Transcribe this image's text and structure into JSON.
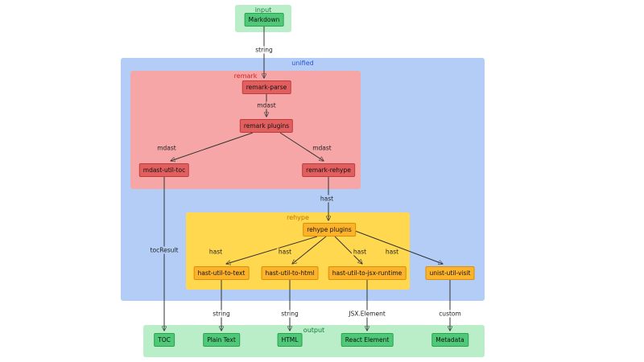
{
  "diagram": {
    "groups": {
      "input": "input",
      "unified": "unified",
      "remark": "remark",
      "rehype": "rehype",
      "output": "output"
    },
    "nodes": {
      "markdown": "Markdown",
      "remark_parse": "remark-parse",
      "remark_plugins": "remark plugins",
      "mdast_util_toc": "mdast-util-toc",
      "remark_rehype": "remark-rehype",
      "rehype_plugins": "rehype plugins",
      "hast_util_to_text": "hast-util-to-text",
      "hast_util_to_html": "hast-util-to-html",
      "hast_util_to_jsx_runtime": "hast-util-to-jsx-runtime",
      "unist_util_visit": "unist-util-visit",
      "toc": "TOC",
      "plain_text": "Plain Text",
      "html": "HTML",
      "react_element": "React Element",
      "metadata": "Metadata"
    },
    "edges": {
      "e1": "string",
      "e2": "mdast",
      "e3": "mdast",
      "e4": "mdast",
      "e5": "hast",
      "e6": "hast",
      "e7": "hast",
      "e8": "hast",
      "e9": "hast",
      "e10": "tocResult",
      "e11": "string",
      "e12": "string",
      "e13": "JSX.Element",
      "e14": "custom"
    },
    "colors": {
      "container_green": "#b9eec9",
      "container_blue": "#b3cdf6",
      "container_pink": "#f6a6a6",
      "container_yellow": "#ffd84f",
      "node_red": "#e25f5f",
      "node_yellow": "#fcb22b",
      "node_green": "#4fc878",
      "edge_stroke": "#333333"
    }
  }
}
